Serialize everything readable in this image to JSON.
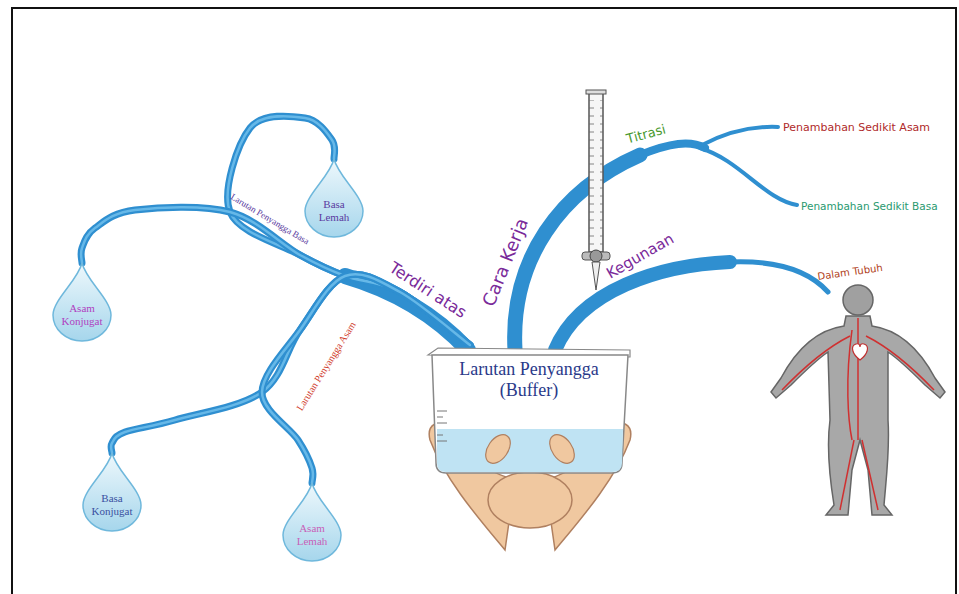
{
  "diagram": {
    "nodes": [
      {
        "text": [
          "Larutan Penyangga (Buffer)"
        ]
      },
      {
        "text": [
          "Basa Lemah"
        ]
      },
      {
        "text": [
          "Asam Konjugat"
        ]
      },
      {
        "text": [
          "Basa Konjugat"
        ]
      },
      {
        "text": [
          "Asam Lemah"
        ]
      }
    ],
    "edges": [
      {
        "from": 0,
        "to": 1,
        "arrow": "none"
      },
      {
        "from": 0,
        "to": 2,
        "arrow": "none"
      },
      {
        "from": 0,
        "to": 3,
        "arrow": "none"
      },
      {
        "from": 0,
        "to": 4,
        "arrow": "none"
      }
    ],
    "labels": [
      "Terdiri atas",
      "Larutan Penyangga Basa",
      "Larutan Penyangga Asam",
      "Cara Kerja",
      "Titrasi",
      "Penambahan Sedikit Asam",
      "Penambahan Sedikit Basa",
      "Kegunaan",
      "Dalam Tubuh"
    ]
  }
}
